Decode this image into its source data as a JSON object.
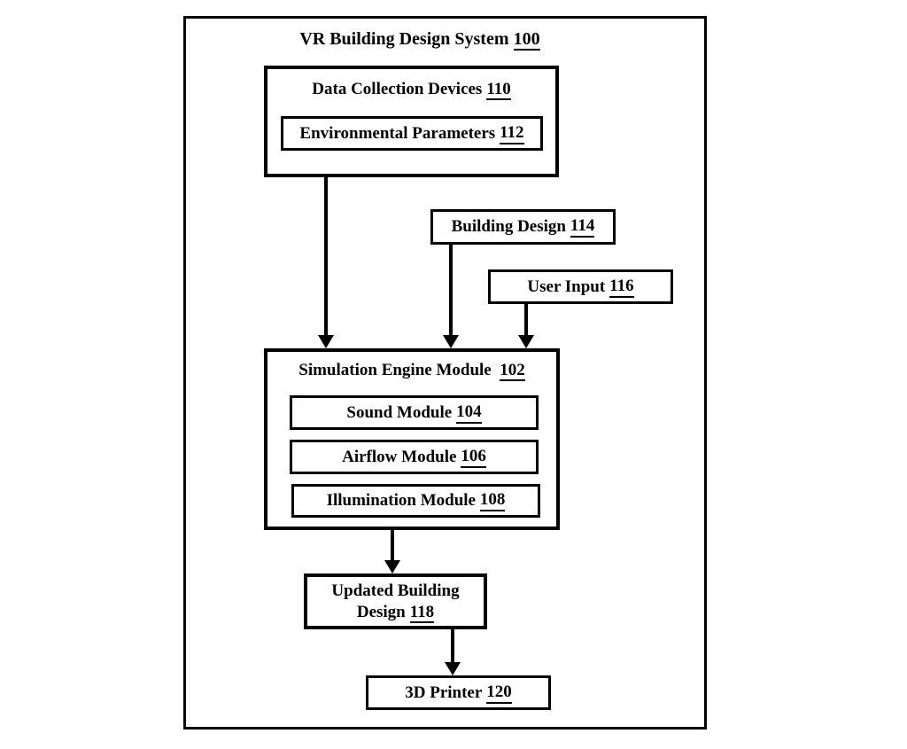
{
  "title": {
    "label": "VR Building Design System",
    "ref": "100"
  },
  "nodes": {
    "data_collection_devices": {
      "label": "Data Collection Devices",
      "ref": "110"
    },
    "environmental_parameters": {
      "label": "Environmental Parameters",
      "ref": "112"
    },
    "building_design": {
      "label": "Building Design",
      "ref": "114"
    },
    "user_input": {
      "label": "User Input",
      "ref": "116"
    },
    "simulation_engine": {
      "label": "Simulation Engine Module",
      "ref": "102"
    },
    "sound_module": {
      "label": "Sound Module",
      "ref": "104"
    },
    "airflow_module": {
      "label": "Airflow Module",
      "ref": "106"
    },
    "illumination_module": {
      "label": "Illumination Module",
      "ref": "108"
    },
    "updated_building_design": {
      "label_line1": "Updated Building",
      "label_line2": "Design",
      "ref": "118"
    },
    "printer_3d": {
      "label": "3D Printer",
      "ref": "120"
    }
  },
  "connections": [
    {
      "from": "Data Collection Devices 110",
      "to": "Simulation Engine Module 102"
    },
    {
      "from": "Building Design 114",
      "to": "Simulation Engine Module 102"
    },
    {
      "from": "User Input 116",
      "to": "Simulation Engine Module 102"
    },
    {
      "from": "Simulation Engine Module 102",
      "to": "Updated Building Design 118"
    },
    {
      "from": "Updated Building Design 118",
      "to": "3D Printer 120"
    }
  ],
  "colors": {
    "line": "#000000",
    "background": "#ffffff",
    "text": "#000000"
  }
}
